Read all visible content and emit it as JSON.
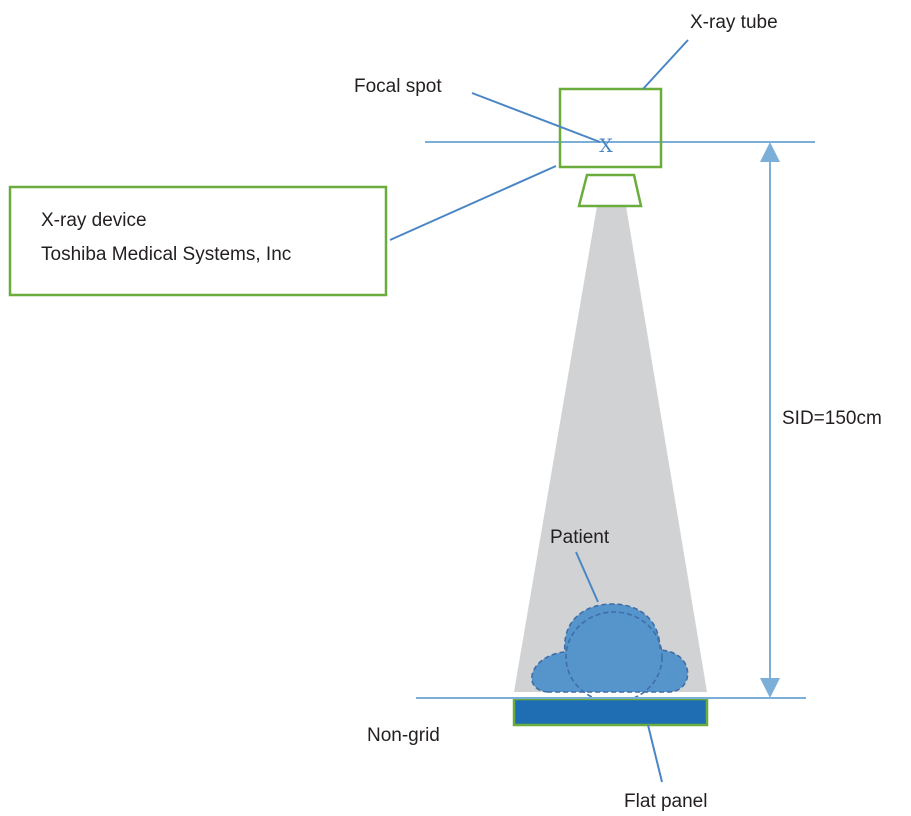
{
  "labels": {
    "tube": "X-ray tube",
    "focal_spot": "Focal spot",
    "focal_mark": "X",
    "device_line1": "X-ray device",
    "device_line2": "Toshiba Medical Systems, Inc",
    "sid": "SID=150cm",
    "patient": "Patient",
    "grid": "Non-grid",
    "panel": "Flat panel"
  },
  "colors": {
    "box_outline": "#6aad3c",
    "leader_line": "#4a86c5",
    "beam": "#d1d2d4",
    "patient_fill": "#5695cc",
    "patient_outline": "#3f6ea8",
    "panel_fill": "#1f6db3",
    "reference_line": "#7bafd8",
    "text": "#231f20"
  }
}
